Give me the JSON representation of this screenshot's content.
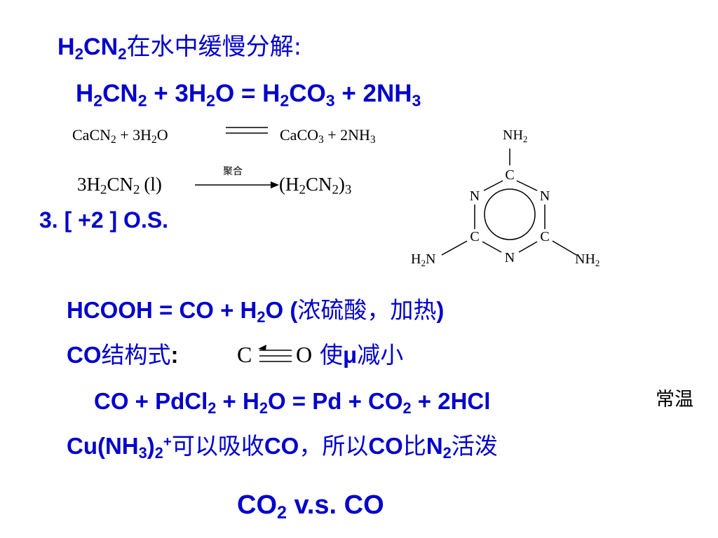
{
  "line1": {
    "a": "H",
    "b": "2",
    "c": "CN",
    "d": "2",
    "e": "在水中缓慢分解:"
  },
  "line2": {
    "a": "H",
    "b": "2",
    "c": "CN",
    "d": "2",
    "e": " + 3H",
    "f": "2",
    "g": "O = H",
    "h": "2",
    "i": "CO",
    "j": "3",
    "k": " + 2NH",
    "l": "3"
  },
  "eq_caco3": {
    "a": "CaCN",
    "b": "2",
    "c": " + 3H",
    "d": "2",
    "e": "O",
    "f": "CaCO",
    "g": "3",
    "h": " + 2NH",
    "i": "3"
  },
  "eq_poly": {
    "a": "3H",
    "b": "2",
    "c": "CN",
    "d": "2",
    "e": "(l)",
    "f": "聚合",
    "g": "(H",
    "h": "2",
    "i": "CN",
    "j": "2",
    "k": ")",
    "l": "3"
  },
  "os_line": {
    "text": "3. [ +2 ]  O.S."
  },
  "melamine": {
    "nh2": "NH",
    "two": "2",
    "h2": "H",
    "h2_2": "2",
    "n": "N",
    "c": "C"
  },
  "hcooh": {
    "a": "HCOOH = CO + H",
    "b": "2",
    "c": "O (",
    "d": "浓硫酸，加热",
    "e": ")"
  },
  "co_struct": {
    "a": "CO",
    "b": "结构式",
    "c": ":",
    "d": "C",
    "e": "O",
    "f": "使",
    "g": "μ",
    "h": "减小"
  },
  "pdcl": {
    "a": "CO + PdCl",
    "b": "2",
    "c": " + H",
    "d": "2",
    "e": "O = Pd + CO",
    "f": "2",
    "g": " + 2HCl"
  },
  "condition": {
    "text": "常温"
  },
  "cu": {
    "a": "Cu(NH",
    "b": "3",
    "c": ")",
    "d": "2",
    "e": "+",
    "f": "可以吸收",
    "g": "CO",
    "h": "，所以",
    "i": "CO",
    "j": "比",
    "k": "N",
    "l": "2",
    "m": "活泼"
  },
  "footer": {
    "a": "CO",
    "b": "2",
    "c": " v.s. CO"
  },
  "colors": {
    "text": "#0000cc",
    "diagram": "#000000",
    "background": "#ffffff"
  }
}
